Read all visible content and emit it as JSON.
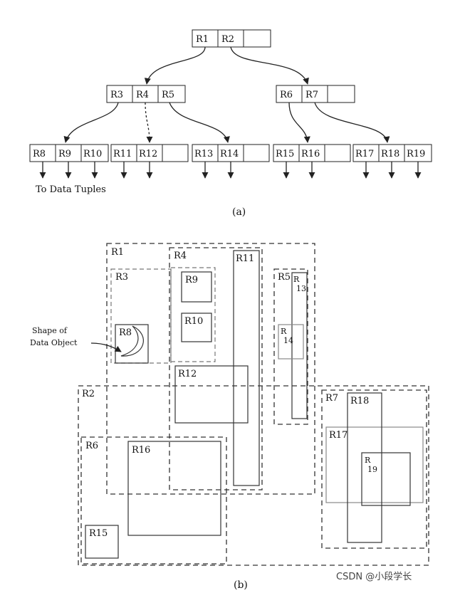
{
  "tree": {
    "root": [
      "R1",
      "R2",
      ""
    ],
    "level1": [
      [
        "R3",
        "R4",
        "R5"
      ],
      [
        "R6",
        "R7",
        ""
      ]
    ],
    "leaves": [
      [
        "R8",
        "R9",
        "R10"
      ],
      [
        "R11",
        "R12",
        ""
      ],
      [
        "R13",
        "R14",
        ""
      ],
      [
        "R15",
        "R16",
        ""
      ],
      [
        "R17",
        "R18",
        "R19"
      ]
    ],
    "leaf_pointer_label": "To Data Tuples",
    "caption": "(a)"
  },
  "spatial": {
    "labels": {
      "R1": "R1",
      "R2": "R2",
      "R3": "R3",
      "R4": "R4",
      "R5": "R5",
      "R6": "R6",
      "R7": "R7",
      "R8": "R8",
      "R9": "R9",
      "R10": "R10",
      "R11": "R11",
      "R12": "R12",
      "R13_a": "R",
      "R13_b": "13",
      "R14_a": "R",
      "R14_b": "14",
      "R15": "R15",
      "R16": "R16",
      "R17": "R17",
      "R18": "R18",
      "R19_a": "R",
      "R19_b": "19"
    },
    "annotation_line1": "Shape of",
    "annotation_line2": "Data Object",
    "caption": "(b)"
  },
  "watermark": "CSDN @小段学长"
}
